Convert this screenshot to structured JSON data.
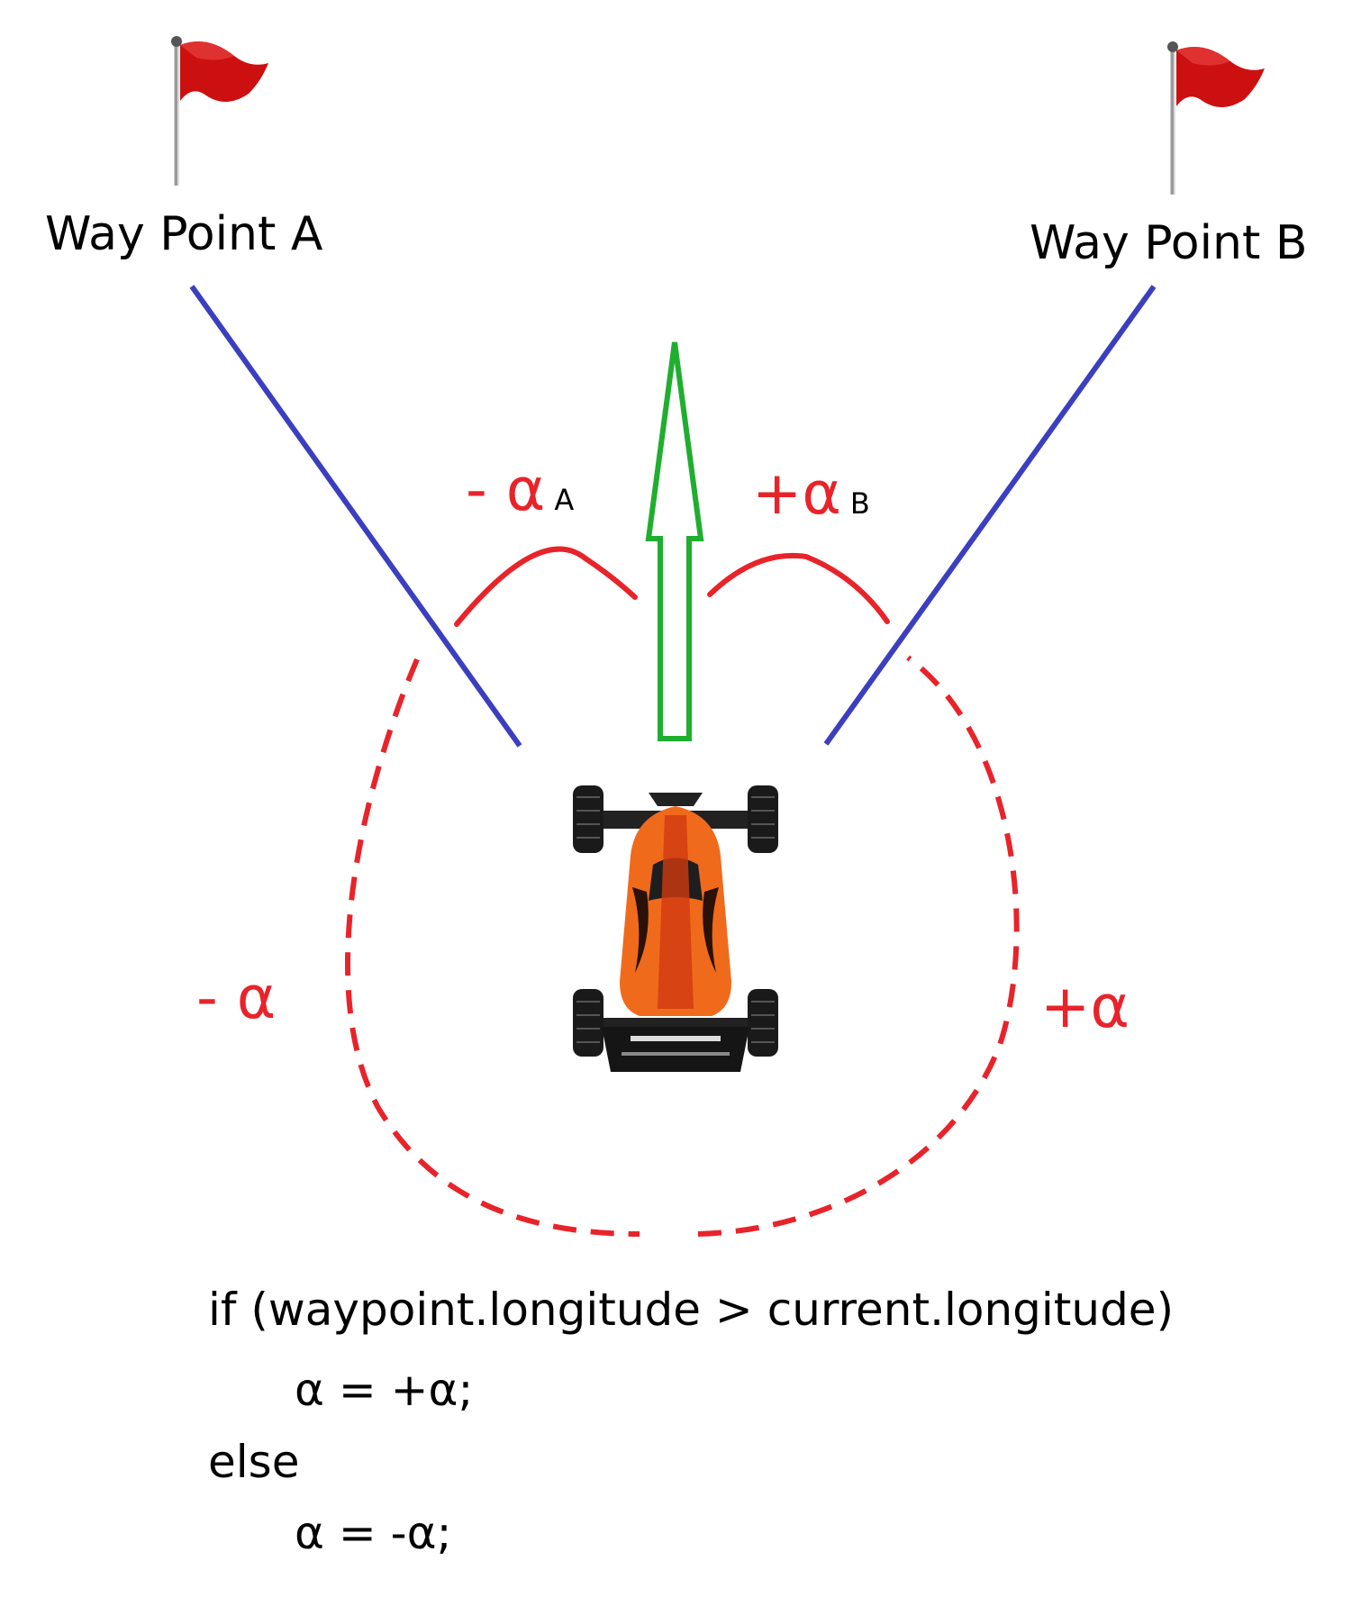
{
  "waypoints": {
    "a": {
      "label": "Way Point A"
    },
    "b": {
      "label": "Way Point B"
    }
  },
  "angles": {
    "neg_alpha_a": {
      "sign": "- ",
      "symbol": "α",
      "sub": "A"
    },
    "pos_alpha_b": {
      "sign": "+",
      "symbol": "α",
      "sub": "B"
    },
    "neg_alpha": {
      "sign": "- ",
      "symbol": "α"
    },
    "pos_alpha": {
      "sign": "+",
      "symbol": "α"
    }
  },
  "code": {
    "line1": "if (waypoint.longitude > current.longitude)",
    "line2": "α = +α;",
    "line3": "else",
    "line4": "α = -α;"
  },
  "colors": {
    "line_color": "#3b3fbf",
    "arc_color": "#e8232a",
    "arrow_color": "#1fae2e",
    "flag_color": "#cc1010",
    "car_body": "#f06a1c"
  }
}
